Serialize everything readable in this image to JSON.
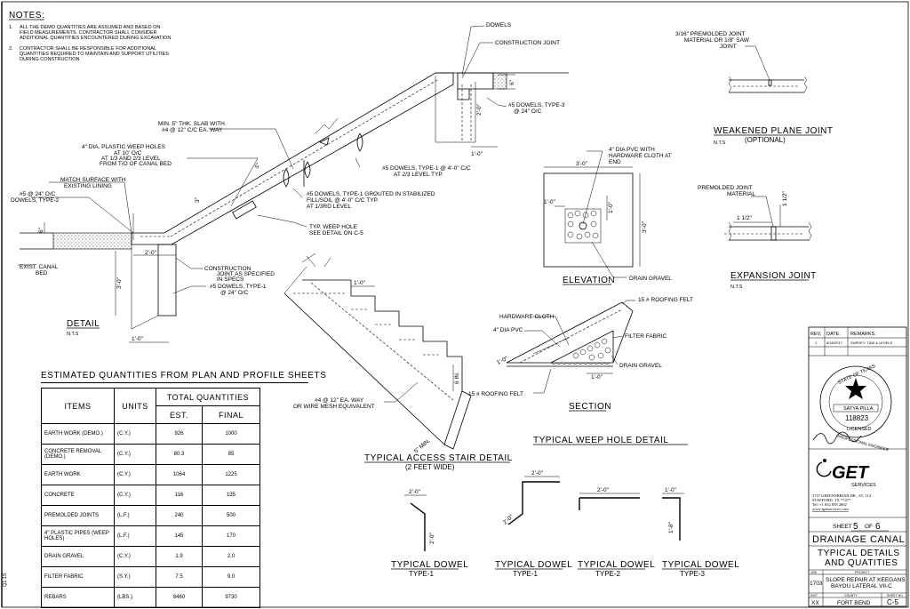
{
  "notes": {
    "title": "NOTES:",
    "n1_num": "1.",
    "n1": [
      "ALL THE DEMO QUANTITIES ARE ASSUMED AND BASED ON",
      "FIELD MEASUREMENTS. CONTRACTOR SHALL CONSIDER",
      "ADDITIONAL QUANTITIES ENCOUNTERED DURING EXCAVATION"
    ],
    "n2_num": "2.",
    "n2": [
      "CONTRACTOR SHALL BE RESPONSIBLE FOR ADDITIONAL",
      "QUANTITIES REQUIRED TO MAINTAIN AND SUPPORT UTILITIES",
      "DURING CONSTRUCTION"
    ]
  },
  "detail": {
    "title": "DETAIL",
    "scale": "N.T.S",
    "dowels": "DOWELS",
    "construction_joint_top": "CONSTRUCTION JOINT",
    "dim_6in": "6\"",
    "dim_2ft_top": "2'-0\"",
    "dowels_type3": [
      "#5 DOWELS, TYPE-3",
      "@ 24\" O/C"
    ],
    "dim_1ft_top": "1'-0\"",
    "slab": [
      "MIN. 5\" THK. SLAB WITH",
      "#4 @ 12\" C/C EA. WAY"
    ],
    "weep": [
      "4\" DIA. PLASTIC WEEP HOLES",
      "AT 10' O/C",
      "AT 1/3 AND 2/3 LEVEL",
      "FROM T/O OF CANAL BED"
    ],
    "dowels_type1_top": [
      "#5 DOWELS, TYPE-1 @ 4'-0\" C/C",
      "AT 2/3 LEVEL TYP."
    ],
    "match": [
      "MATCH SURFACE WITH",
      "EXISTING LINING"
    ],
    "dowels_type2": [
      "#5 @ 24\" O/C",
      "DOWELS, TYPE-2"
    ],
    "dowels_grouted": [
      "#5 DOWELS, TYPE-1 GROUTED IN STABILIZED",
      "FILL/SOIL @ 4'-0\" C/C TYP.",
      "AT 1/3RD LEVEL"
    ],
    "typ_weep": [
      "TYP. WEEP HOLE",
      "SEE DETAIL ON C-5"
    ],
    "dim_2ft": "2'-0\"",
    "dim_3ft": "3'-0\"",
    "dim_6": "6\"",
    "dim_5": "5\"",
    "dim_3": "3\"",
    "exist_bed": [
      "EXIST. CANAL",
      "BED"
    ],
    "construction_joint": [
      "CONSTRUCTION",
      "JOINT AS SPECIFIED",
      "IN SPECS"
    ],
    "dowels_type1_bot": [
      "#5 DOWELS, TYPE-1",
      "@ 24\" O/C"
    ],
    "dim_1ft": "1'-0\""
  },
  "weakened": {
    "title": "WEAKENED PLANE JOINT",
    "subtitle": "(OPTIONAL)",
    "scale": "N.T.S",
    "label": [
      "3/16\" PREMOLDED JOINT",
      "MATERIAL OR 1/8\" SAW",
      "JOINT"
    ]
  },
  "expansion": {
    "title": "EXPANSION JOINT",
    "scale": "N.T.S",
    "label": [
      "PREMOLDED JOINT",
      "MATERIAL"
    ],
    "dim_a": "1 1/2\"",
    "dim_b": "1 1/2\""
  },
  "elevation": {
    "title": "ELEVATION",
    "pvc": [
      "4\" DIA PVC WITH",
      "HARDWARE CLOTH AT",
      "END"
    ],
    "dim_w": "3'-0\"",
    "dim_h": "3'-0\"",
    "dim_i1": "1'-0\"",
    "dim_i2": "1'-0\"",
    "gravel": "DRAIN GRAVEL"
  },
  "section": {
    "title": "SECTION",
    "roof_top": "15 # ROOFING FELT",
    "hardware": "HARDWARE CLOTH",
    "pvc": "4\" DIA PVC",
    "filter": "FILTER FABRIC",
    "gravel": "DRAIN GRAVEL",
    "roof_bot": "15 # ROOFING FELT",
    "dim_a": "1'-0\"",
    "dim_b": "1'-0\""
  },
  "weep_detail": {
    "title": "TYPICAL WEEP HOLE DETAIL"
  },
  "stair": {
    "title": "TYPICAL ACCESS STAIR DETAIL",
    "subtitle": "(2 FEET WIDE)",
    "dim_a": "1'-0\"",
    "dim_b": "6 IN.",
    "dim_c": "5\" MIN.",
    "mesh": [
      "#4 @ 12\" EA. WAY",
      "OR WIRE MESH EQUIVALENT"
    ]
  },
  "dowels": [
    {
      "title": "TYPICAL DOWEL",
      "type": "TYPE-1",
      "d1": "2'-0\"",
      "d2": "2'-0\""
    },
    {
      "title": "TYPICAL DOWEL",
      "type": "TYPE-1",
      "d1": "2'-0\"",
      "d2": "2'-0\""
    },
    {
      "title": "TYPICAL DOWEL",
      "type": "TYPE-2",
      "d1": "2'-0\""
    },
    {
      "title": "TYPICAL DOWEL",
      "type": "TYPE-3",
      "d1": "1'-0\"",
      "d2": "1'-8\""
    }
  ],
  "quantities": {
    "title": "ESTIMATED QUANTITIES FROM PLAN AND PROFILE SHEETS",
    "col_items": "ITEMS",
    "col_units": "UNITS",
    "col_total": "TOTAL QUANTITIES",
    "col_est": "EST.",
    "col_final": "FINAL",
    "rows": [
      {
        "item": "EARTH WORK (DEMO.)",
        "unit": "(C.Y.)",
        "est": "926",
        "final": "1000"
      },
      {
        "item": "CONCRETE REMOVAL (DEMO.)",
        "unit": "(C.Y.)",
        "est": "80.3",
        "final": "85"
      },
      {
        "item": "EARTH WORK",
        "unit": "(C.Y.)",
        "est": "1064",
        "final": "1225"
      },
      {
        "item": "CONCRETE",
        "unit": "(C.Y.)",
        "est": "116",
        "final": "135"
      },
      {
        "item": "PREMOLDED JOINTS",
        "unit": "(L.F.)",
        "est": "240",
        "final": "500"
      },
      {
        "item": "4\" PLASTIC PIPES (WEEP HOLES)",
        "unit": "(L.F.)",
        "est": "145",
        "final": "170"
      },
      {
        "item": "DRAIN GRAVEL",
        "unit": "(C.Y.)",
        "est": "1.9",
        "final": "2.0"
      },
      {
        "item": "FILTER FABRIC",
        "unit": "(S.Y.)",
        "est": "7.5",
        "final": "9.0"
      },
      {
        "item": "REBARS",
        "unit": "(LBS.)",
        "est": "8460",
        "final": "9730"
      }
    ]
  },
  "titleblock": {
    "rev_h": "REV.",
    "date_h": "DATE:",
    "remarks_h": "REMARKS:",
    "rev": "1",
    "date": "8/18/2017",
    "remarks": "SURVEY: T&W & LEVELS",
    "seal_state": "STATE OF TEXAS",
    "seal_name": "SATYA PILLA",
    "seal_num": "118823",
    "seal_lic": "LICENSED",
    "seal_pe": "PROFESSIONAL ENGINEER",
    "company": "GET",
    "company_sub": "SERVICES",
    "address": [
      "3737 GREENSBRIAR DR., ST. 114",
      "STAFFORD, TX 77477",
      "Tel: +1 832 858 2862",
      "www.igetservices.com"
    ],
    "sheet_label": "SHEET",
    "sheet_num": "5",
    "sheet_of": "OF",
    "sheet_total": "6",
    "project_title": "DRAINAGE CANAL",
    "drawing_title": [
      "TYPICAL DETAILS",
      "AND QUATITIES"
    ],
    "job_h": "JOB",
    "project_h": "PROJECT",
    "job": "1703",
    "project": [
      "SLOPE REPAIR AT KEEGANS",
      "BAYOU LATERAL VII-C"
    ],
    "dist_h": "DIST",
    "county_h": "COUNTY",
    "sheetno_h": "SHEET NO.",
    "dist": "XX",
    "county": "FORT BEND",
    "sheetno": "C-5"
  },
  "border": {
    "left_mark": "Q1:1S"
  }
}
